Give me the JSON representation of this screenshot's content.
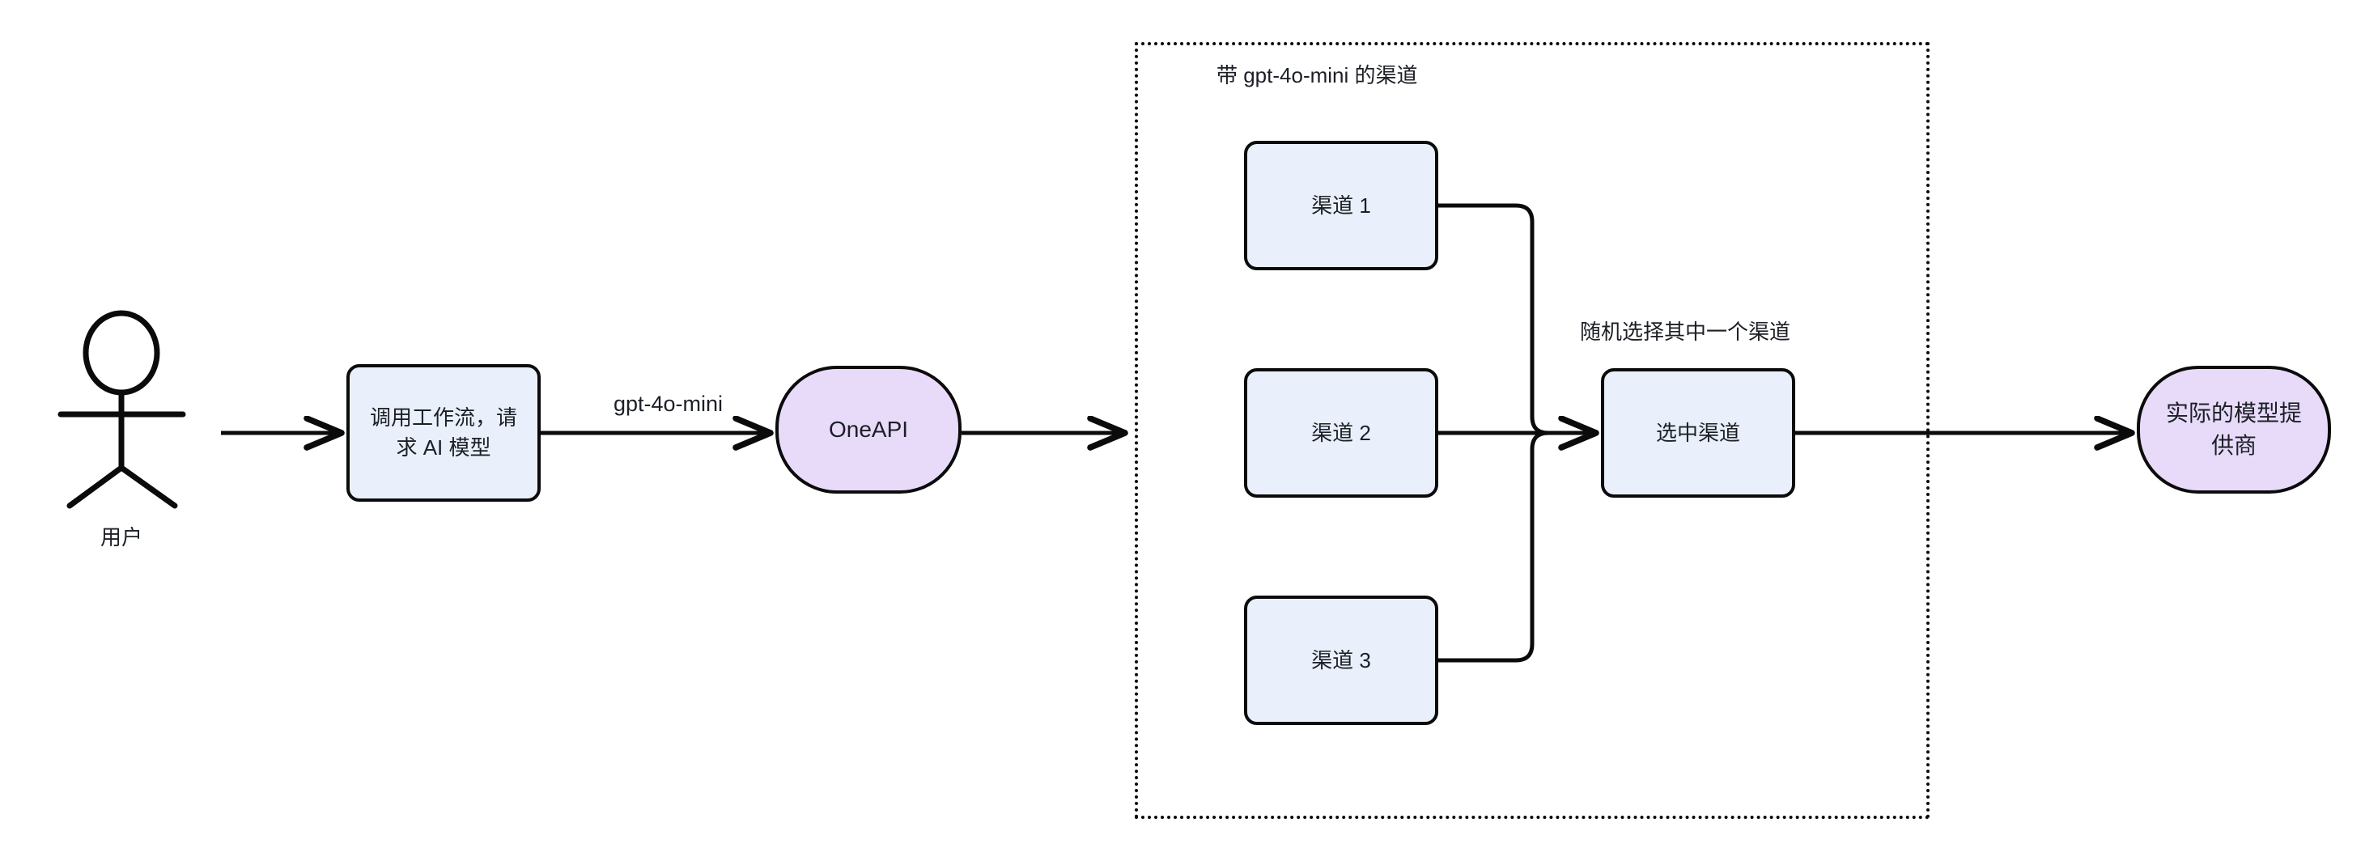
{
  "diagram": {
    "title_text": "",
    "colors": {
      "process_fill": "#eaf0fb",
      "terminal_fill": "#e8dbfa",
      "stroke": "#0b0b0b",
      "text": "#1c1f26",
      "background": "#ffffff"
    },
    "actor": {
      "name": "用户"
    },
    "nodes": {
      "request_workflow": "调用工作流，请求 AI 模型",
      "oneapi": "OneAPI",
      "channel_1": "渠道 1",
      "channel_2": "渠道 2",
      "channel_3": "渠道 3",
      "selected_channel": "选中渠道",
      "real_provider": "实际的模型提供商"
    },
    "group": {
      "title": "带 gpt-4o-mini 的渠道"
    },
    "labels": {
      "model_name": "gpt-4o-mini",
      "random_pick": "随机选择其中一个渠道"
    }
  }
}
